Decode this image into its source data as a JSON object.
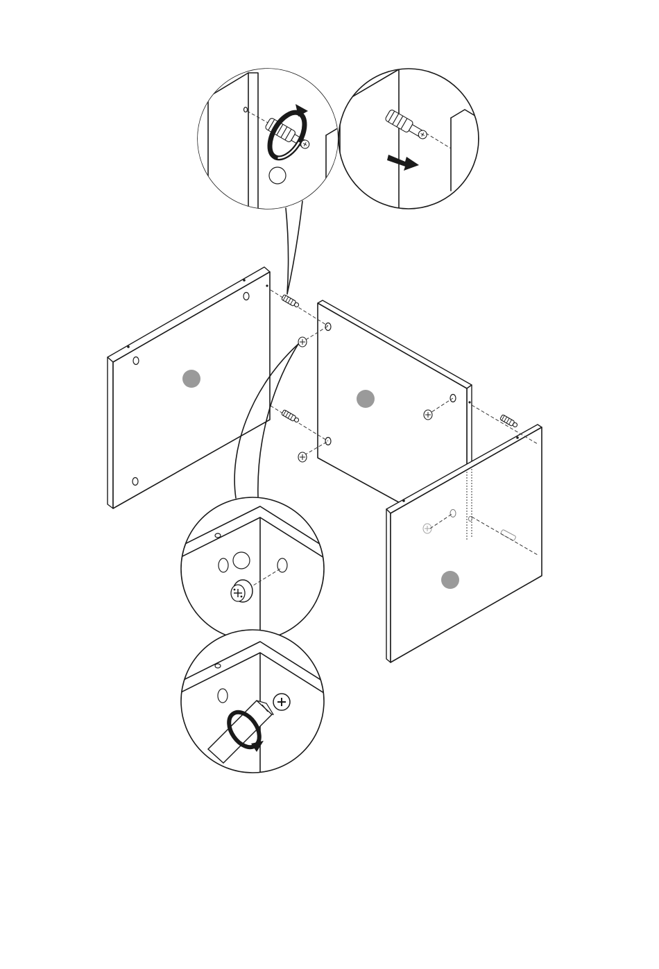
{
  "diagram": {
    "kind": "furniture assembly step",
    "marker_color": "#9a9a9a",
    "line_color": "#1a1a1a",
    "background": "#ffffff",
    "panels": [
      "left-side-panel",
      "back-panel",
      "right-side-panel"
    ],
    "details": [
      "insert-dowel-screw",
      "dowel-screw-direction",
      "insert-cam-lock",
      "tighten-cam-lock"
    ],
    "icons": [
      "rotate-arrow-icon",
      "direction-arrow-icon",
      "screwdriver-icon",
      "phillips-head-icon",
      "cam-lock-icon",
      "dowel-screw-icon"
    ]
  }
}
